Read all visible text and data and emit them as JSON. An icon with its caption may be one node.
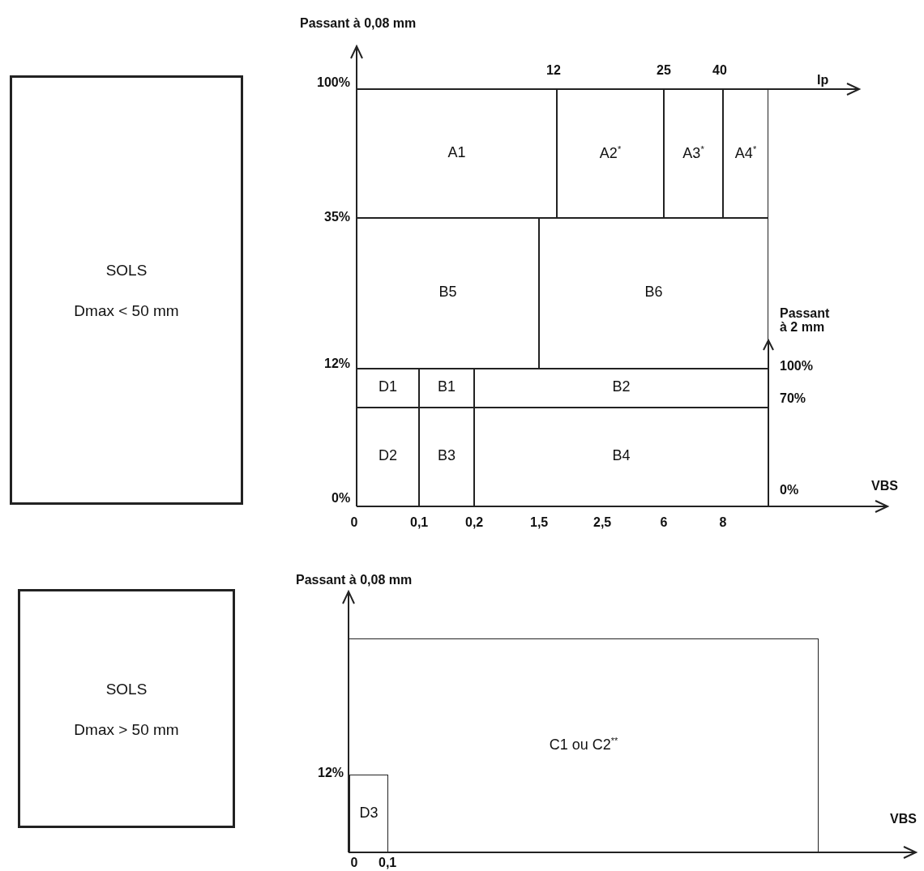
{
  "diagram": {
    "nodes": [
      {
        "text": [
          "SOLS",
          "Dmax < 50 mm"
        ]
      },
      {
        "text": [
          "A1"
        ]
      },
      {
        "text": [
          "A2$^{*}$"
        ]
      },
      {
        "text": [
          "A3$^{*}$"
        ]
      },
      {
        "text": [
          "A4$^{*}$"
        ]
      },
      {
        "text": [
          "B5"
        ]
      },
      {
        "text": [
          "B6"
        ]
      },
      {
        "text": [
          "D1"
        ]
      },
      {
        "text": [
          "B1"
        ]
      },
      {
        "text": [
          "B2"
        ]
      },
      {
        "text": [
          "D2"
        ]
      },
      {
        "text": [
          "B3"
        ]
      },
      {
        "text": [
          "B4"
        ]
      },
      {
        "text": [
          "SOLS",
          "Dmax > 50 mm"
        ]
      },
      {
        "text": [
          "C1 ou C2$^{**}$"
        ]
      },
      {
        "text": [
          "D3"
        ],
        "in": 14
      }
    ],
    "labels": [
      "Passant à 0,08 mm",
      "100%",
      "12",
      "25",
      "40",
      "Ip",
      "35%",
      "Passant à 2 mm",
      "12%",
      "100%",
      "70%",
      "0%",
      "0%",
      "VBS",
      "0",
      "0,1",
      "0,2",
      "1,5",
      "2,5",
      "6",
      "8",
      "Passant à 0,08 mm",
      "12%",
      "VBS",
      "0",
      "0,1"
    ]
  }
}
